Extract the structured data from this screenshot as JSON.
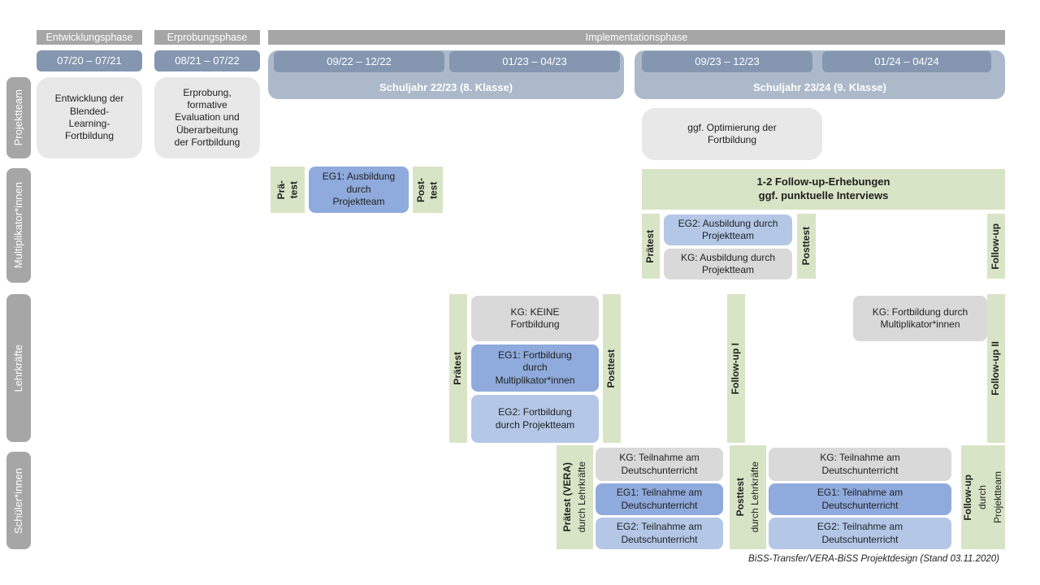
{
  "phases": {
    "entwicklung": "Entwicklungsphase",
    "erprobung": "Erprobungsphase",
    "implementation": "Implementationsphase"
  },
  "timeline": {
    "dev_date": "07/20 – 07/21",
    "pilot_date": "08/21 – 07/22",
    "sy2223": {
      "label": "Schuljahr 22/23 (8. Klasse)",
      "t1": "09/22 – 12/22",
      "t2": "01/23 – 04/23"
    },
    "sy2324": {
      "label": "Schuljahr 23/24 (9. Klasse)",
      "t1": "09/23 – 12/23",
      "t2": "01/24 – 04/24"
    }
  },
  "rows": {
    "projektteam": {
      "label": "Projektteam",
      "dev": "Entwicklung der\nBlended-\nLearning-\nFortbildung",
      "pilot": "Erprobung,\nformative\nEvaluation und\nÜberarbeitung\nder Fortbildung",
      "optimize": "ggf. Optimierung der\nFortbildung"
    },
    "multiplikatoren": {
      "label": "Multiplikator*innen",
      "praetest1": "Prä-\ntest",
      "eg1": "EG1: Ausbildung\ndurch\nProjektteam",
      "posttest1": "Post-\ntest",
      "followup_box": "1-2 Follow-up-Erhebungen\nggf. punktuelle Interviews",
      "praetest2": "Prätest",
      "eg2": "EG2: Ausbildung durch\nProjektteam",
      "kg": "KG: Ausbildung durch\nProjektteam",
      "posttest2": "Posttest",
      "followup": "Follow-up"
    },
    "lehrkraefte": {
      "label": "Lehrkräfte",
      "praetest": "Prätest",
      "kg": "KG: KEINE\nFortbildung",
      "eg1": "EG1: Fortbildung\ndurch\nMultiplikator*innen",
      "eg2": "EG2: Fortbildung\ndurch Projektteam",
      "posttest": "Posttest",
      "followup1": "Follow-up I",
      "kg2": "KG: Fortbildung durch\nMultiplikator*innen",
      "followup2": "Follow-up II"
    },
    "schueler": {
      "label": "Schüler*innen",
      "praetest_main": "Prätest (VERA)",
      "praetest_sub": "durch  Lehrkräfte",
      "stack1": {
        "kg": "KG: Teilnahme am\nDeutschunterricht",
        "eg1": "EG1: Teilnahme am\nDeutschunterricht",
        "eg2": "EG2: Teilnahme am\nDeutschunterricht"
      },
      "posttest_main": "Posttest",
      "posttest_sub": "durch  Lehrkräfte",
      "stack2": {
        "kg": "KG: Teilnahme am\nDeutschunterricht",
        "eg1": "EG1: Teilnahme am\nDeutschunterricht",
        "eg2": "EG2: Teilnahme am\nDeutschunterricht"
      },
      "followup_main": "Follow-up",
      "followup_sub1": "durch",
      "followup_sub2": "Projektteam"
    }
  },
  "caption": "BiSS-Transfer/VERA-BiSS Projektdesign (Stand 03.11.2020)",
  "colors": {
    "phase_gray": "#a6a6a6",
    "sidebar_gray": "#a6a6a6",
    "date_blue": "#8496b0",
    "band_blue": "#acb9ca",
    "light_gray": "#e9e8e8",
    "kg_gray": "#d9d9d9",
    "eg1_blue": "#8faadc",
    "eg2_blue": "#b4c7e7",
    "green": "#d8e4c6"
  }
}
